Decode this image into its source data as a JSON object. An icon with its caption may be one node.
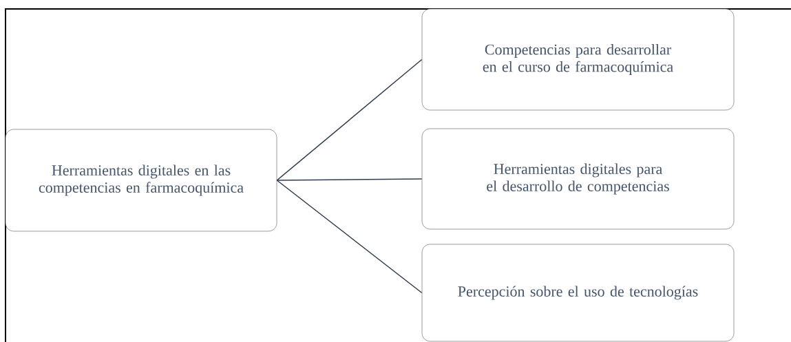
{
  "diagram": {
    "nodes": [
      {
        "text": [
          "Herramientas digitales en las competencias en farmacoquímica"
        ]
      },
      {
        "text": [
          "Competencias para desarrollar en el curso de farmacoquímica"
        ]
      },
      {
        "text": [
          "Herramientas digitales para el desarrollo de competencias"
        ]
      },
      {
        "text": [
          "Percepción sobre el uso de tecnologías"
        ]
      }
    ],
    "edges": [
      {
        "from": 0,
        "to": 1,
        "arrow": "none"
      },
      {
        "from": 0,
        "to": 2,
        "arrow": "none"
      },
      {
        "from": 0,
        "to": 3,
        "arrow": "none"
      }
    ]
  }
}
